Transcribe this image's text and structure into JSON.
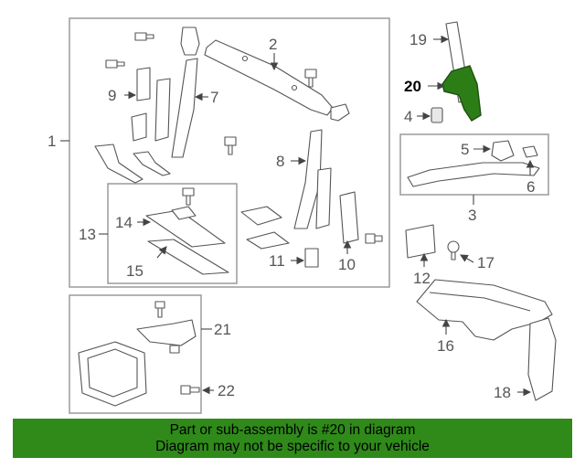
{
  "callouts": {
    "c1": "1",
    "c2": "2",
    "c3": "3",
    "c4": "4",
    "c5": "5",
    "c6": "6",
    "c7": "7",
    "c8": "8",
    "c9": "9",
    "c10": "10",
    "c11": "11",
    "c12": "12",
    "c13": "13",
    "c14": "14",
    "c15": "15",
    "c16": "16",
    "c17": "17",
    "c18": "18",
    "c19": "19",
    "c20": "20",
    "c21": "21",
    "c22": "22"
  },
  "highlight": {
    "part_number": "20",
    "color": "#2f8a1a"
  },
  "banner": {
    "line1": "Part or sub-assembly is #20 in diagram",
    "line2": "Diagram may not be specific to your vehicle"
  }
}
